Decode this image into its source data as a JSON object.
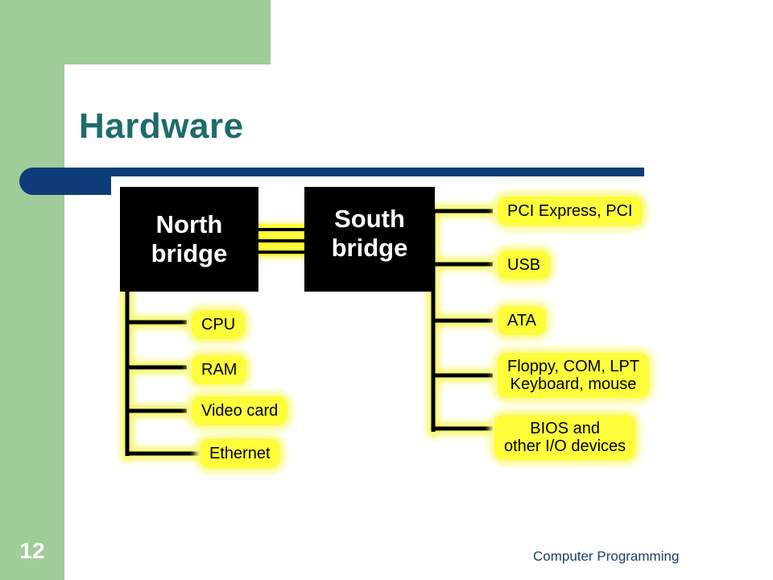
{
  "slide": {
    "title": "Hardware",
    "number": "12",
    "footer": "Computer Programming"
  },
  "diagram": {
    "north_bridge": {
      "line1": "North",
      "line2": "bridge"
    },
    "south_bridge": {
      "line1": "South",
      "line2": "bridge"
    },
    "north_items": [
      "CPU",
      "RAM",
      "Video card",
      "Ethernet"
    ],
    "south_items": [
      {
        "line1": "PCI Express, PCI"
      },
      {
        "line1": "USB"
      },
      {
        "line1": "ATA"
      },
      {
        "line1": "Floppy, COM, LPT",
        "line2": "Keyboard, mouse"
      },
      {
        "line1": "BIOS and",
        "line2": "other I/O devices"
      }
    ],
    "highlight_color": "#fdfd3a",
    "chip_color": "#000000"
  }
}
